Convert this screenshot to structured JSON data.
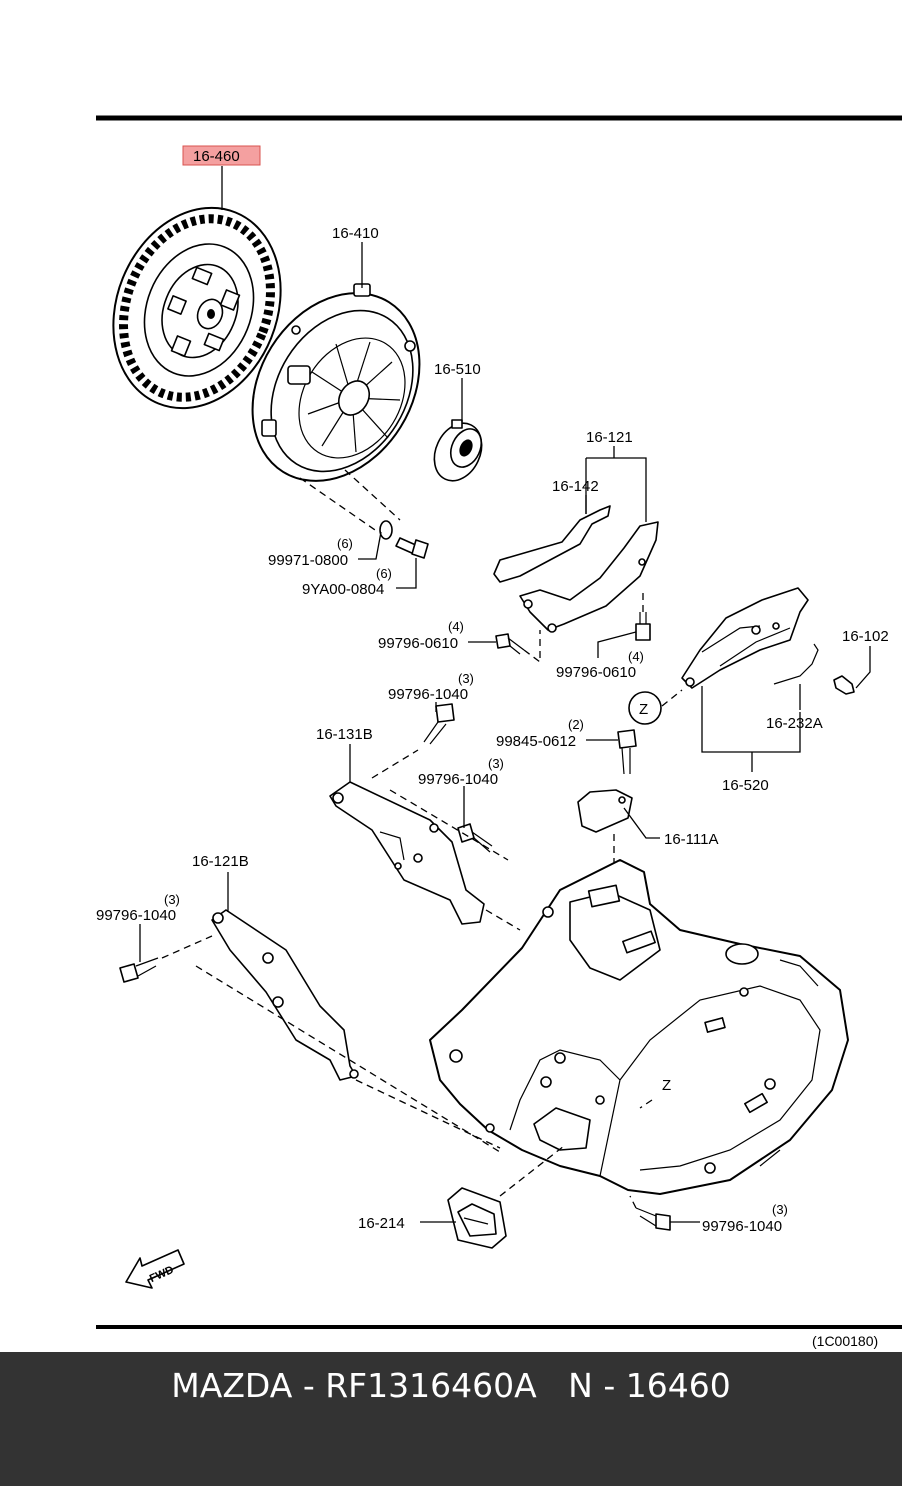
{
  "diagram": {
    "highlight_color": "#f4a0a0",
    "highlighted_part": "16-460",
    "labels": {
      "p16460": "16-460",
      "p16410": "16-410",
      "p16510": "16-510",
      "p16121": "16-121",
      "p16142": "16-142",
      "p99971": "99971-0800",
      "q99971": "(6)",
      "p9ya00": "9YA00-0804",
      "q9ya00": "(6)",
      "p99796_0610a": "99796-0610",
      "q99796_0610a": "(4)",
      "p99796_0610b": "99796-0610",
      "q99796_0610b": "(4)",
      "p16102": "16-102",
      "p99796_1040a": "99796-1040",
      "q99796_1040a": "(3)",
      "p16131b": "16-131B",
      "p99845": "99845-0612",
      "q99845": "(2)",
      "p16232a": "16-232A",
      "p99796_1040b": "99796-1040",
      "q99796_1040b": "(3)",
      "p16520": "16-520",
      "p16111a": "16-111A",
      "p16121b": "16-121B",
      "p99796_1040c": "99796-1040",
      "q99796_1040c": "(3)",
      "p16214": "16-214",
      "p99796_1040d": "99796-1040",
      "q99796_1040d": "(3)",
      "z1": "Z",
      "z2": "Z",
      "fwd": "FWD",
      "ref_code": "(1C00180)"
    }
  },
  "footer": {
    "background": "#333333",
    "text": "MAZDA - RF1316460A   N - 16460"
  }
}
